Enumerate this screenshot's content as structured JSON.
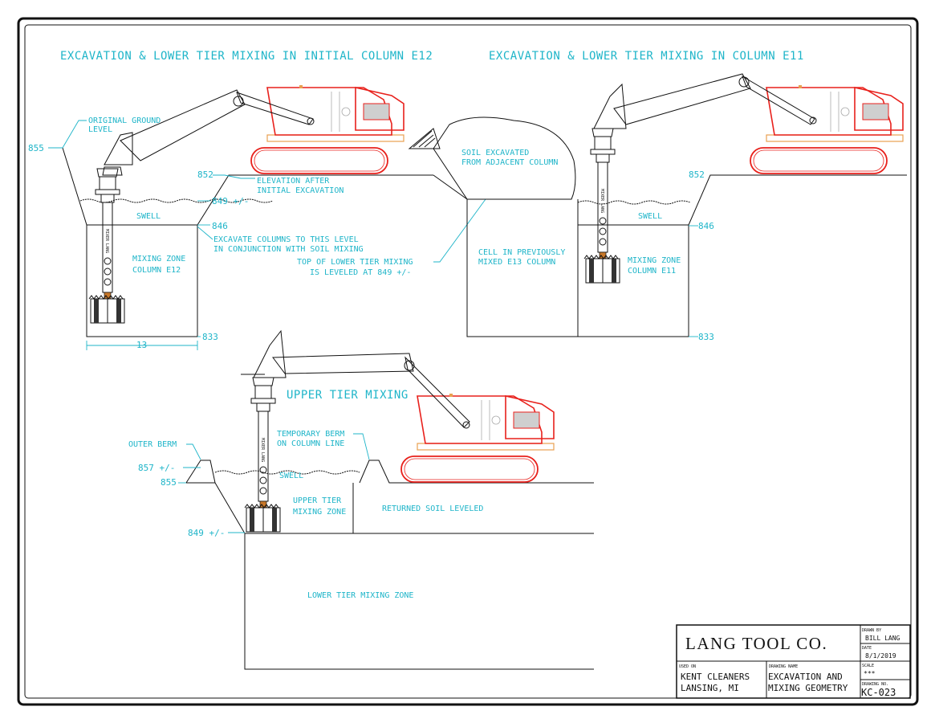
{
  "titles": {
    "panel1": "EXCAVATION & LOWER TIER MIXING IN INITIAL COLUMN E12",
    "panel2": "EXCAVATION & LOWER TIER MIXING IN COLUMN E11",
    "panel3": "UPPER TIER MIXING"
  },
  "panel1": {
    "original_ground_1": "ORIGINAL GROUND",
    "original_ground_2": "LEVEL",
    "elev_855": "855",
    "elev_852": "852",
    "elevation_after_1": "ELEVATION AFTER",
    "elevation_after_2": "INITIAL EXCAVATION",
    "elev_849": "849 +/-",
    "swell": "SWELL",
    "elev_846": "846",
    "excavate_1": "EXCAVATE COLUMNS TO THIS LEVEL",
    "excavate_2": "IN CONJUNCTION WITH SOIL MIXING",
    "top_lower_1": "TOP OF LOWER TIER MIXING",
    "top_lower_2": "IS LEVELED AT 849 +/-",
    "mixing_zone_1": "MIXING ZONE",
    "mixing_zone_2": "COLUMN E12",
    "elev_833": "833",
    "width_13": "13",
    "mixer_text": "MIXER LANG"
  },
  "panel2": {
    "soil_excavated_1": "SOIL EXCAVATED",
    "soil_excavated_2": "FROM ADJACENT COLUMN",
    "elev_852": "852",
    "swell": "SWELL",
    "elev_846": "846",
    "cell_1": "CELL IN PREVIOUSLY",
    "cell_2": "MIXED E13 COLUMN",
    "mixing_zone_1": "MIXING ZONE",
    "mixing_zone_2": "COLUMN E11",
    "elev_833": "833"
  },
  "panel3": {
    "outer_berm": "OUTER BERM",
    "temp_berm_1": "TEMPORARY BERM",
    "temp_berm_2": "ON COLUMN LINE",
    "elev_857": "857 +/-",
    "elev_855": "855",
    "swell": "SWELL",
    "upper_tier_1": "UPPER TIER",
    "upper_tier_2": "MIXING ZONE",
    "returned_soil": "RETURNED SOIL LEVELED",
    "elev_849": "849 +/-",
    "lower_tier": "LOWER TIER MIXING ZONE"
  },
  "title_block": {
    "company": "LANG TOOL CO.",
    "drawn_by_label": "DRAWN BY",
    "drawn_by": "BILL LANG",
    "date_label": "DATE",
    "date": "8/1/2019",
    "scale_label": "SCALE",
    "scale": "***",
    "used_on_label": "USED ON",
    "used_on_1": "KENT CLEANERS",
    "used_on_2": "LANSING, MI",
    "drawing_name_label": "DRAWING NAME",
    "drawing_name_1": "EXCAVATION AND",
    "drawing_name_2": "MIXING GEOMETRY",
    "drawing_no_label": "DRAWING NO.",
    "drawing_no": "KC-023"
  },
  "colors": {
    "annotation": "#1fb5c9",
    "machine": "#111111",
    "cab": "#e8211c",
    "mixer_teeth": "#c8782a"
  }
}
